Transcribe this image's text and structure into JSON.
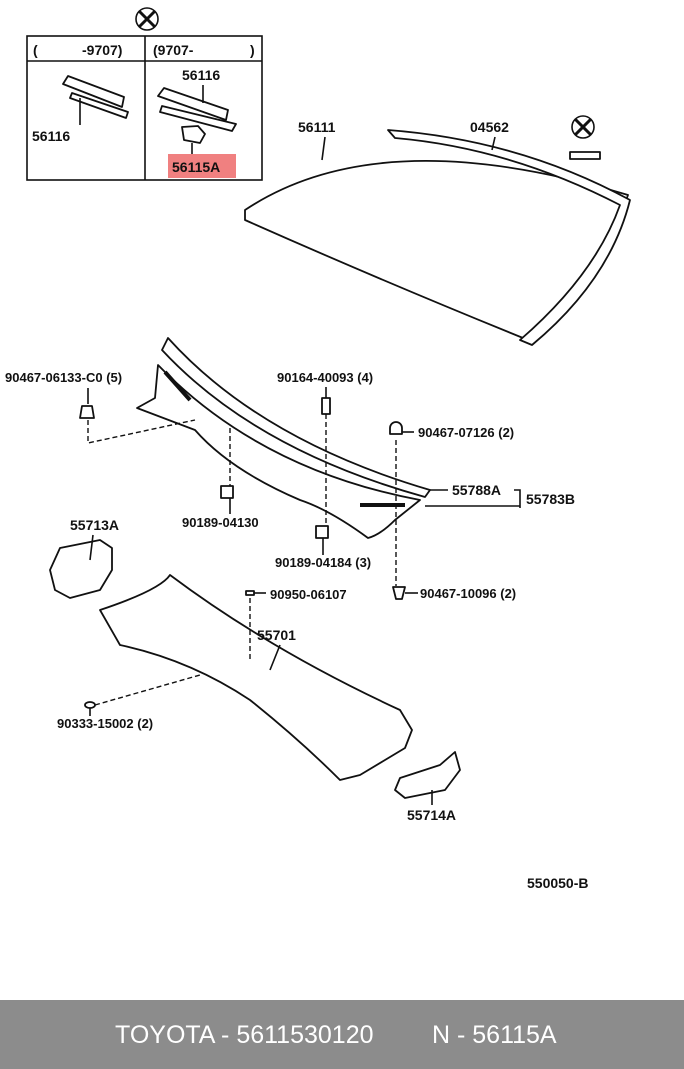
{
  "inset": {
    "col_left_header_open": "(",
    "col_left_header": "-9707)",
    "col_right_header_open": "(9707-",
    "col_right_header_close": ")",
    "left_part": "56116",
    "right_part_top": "56116",
    "right_part_highlighted": "56115A"
  },
  "labels": {
    "glass": "56111",
    "molding": "04562",
    "clip_1": "90467-06133-C0 (5)",
    "screw": "90164-40093 (4)",
    "clip_2": "90467-07126 (2)",
    "weatherstrip": "55788A",
    "louver_assy": "55783B",
    "nut_1": "90189-04130",
    "bracket_left": "55713A",
    "nut_2": "90189-04184 (3)",
    "plug": "90950-06107",
    "clip_3": "90467-10096 (2)",
    "cowl_panel": "55701",
    "hole_plug": "90333-15002 (2)",
    "bracket_right": "55714A",
    "diagram_code": "550050-B"
  },
  "footer": {
    "part_number": "TOYOTA - 5611530120",
    "ref": "N - 56115A"
  },
  "colors": {
    "highlight": "#f08080",
    "footer_bg": "#8c8c8c"
  }
}
